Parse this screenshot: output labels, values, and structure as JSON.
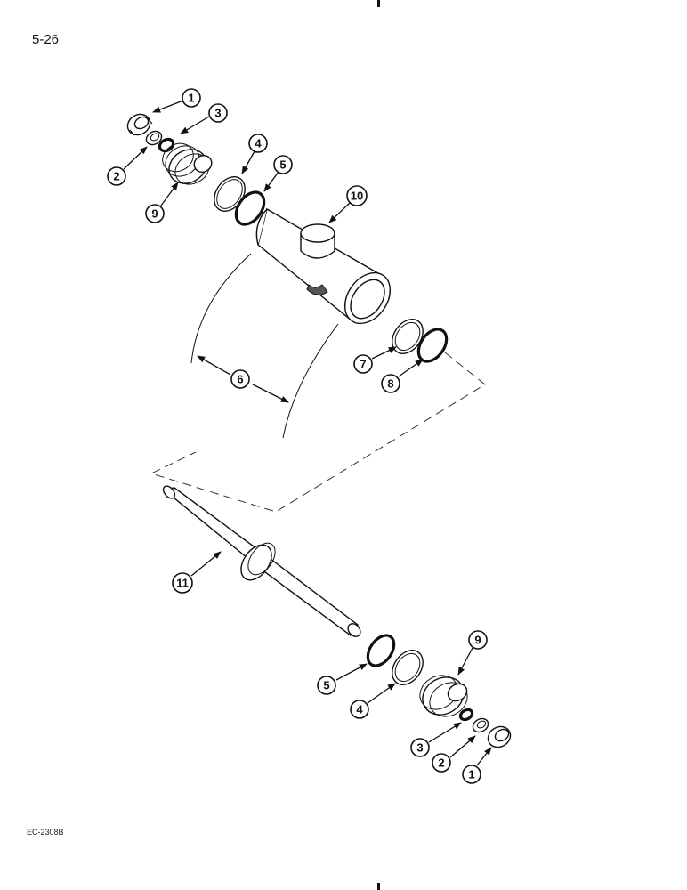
{
  "page": {
    "number": "5-26",
    "figure_code": "EC-2308B"
  },
  "callouts": {
    "top": {
      "c1": "1",
      "c2": "2",
      "c3": "3",
      "c4": "4",
      "c5": "5",
      "c6": "6",
      "c7": "7",
      "c8": "8",
      "c9": "9",
      "c10": "10"
    },
    "bottom": {
      "c11": "11",
      "c9": "9",
      "c5": "5",
      "c4": "4",
      "c3": "3",
      "c2": "2",
      "c1": "1"
    }
  }
}
